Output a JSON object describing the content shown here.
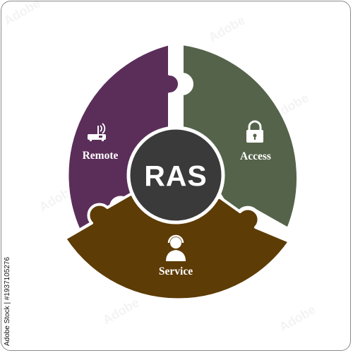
{
  "diagram": {
    "center_label": "RAS",
    "segments": [
      {
        "key": "remote",
        "label": "Remote",
        "icon": "router-icon",
        "color": "#5b2e5a"
      },
      {
        "key": "access",
        "label": "Access",
        "icon": "padlock-icon",
        "color": "#55634a"
      },
      {
        "key": "service",
        "label": "Service",
        "icon": "support-agent-icon",
        "color": "#5e3c06"
      }
    ],
    "center_color": "#3a3a3a"
  },
  "side_text": "Adobe Stock | #1937105276",
  "watermark": "Adobe"
}
